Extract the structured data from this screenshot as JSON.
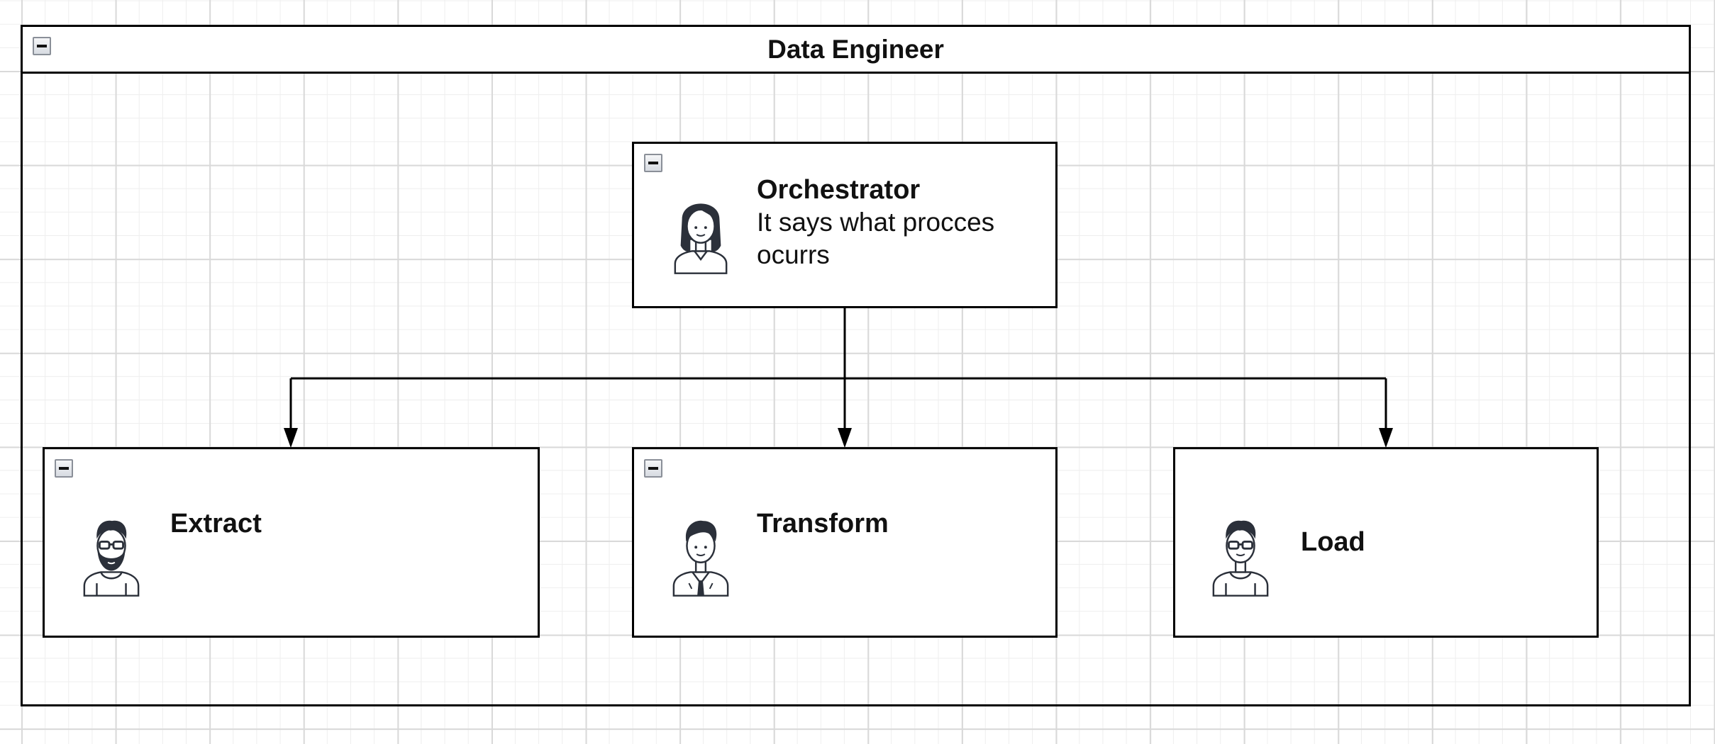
{
  "container": {
    "title": "Data Engineer",
    "collapse_icon": "minus-icon"
  },
  "nodes": {
    "orchestrator": {
      "title": "Orchestrator",
      "description": "It says what procces ocurrs",
      "avatar": "woman-avatar-icon"
    },
    "extract": {
      "title": "Extract",
      "avatar": "bearded-man-glasses-avatar-icon"
    },
    "transform": {
      "title": "Transform",
      "avatar": "man-tie-avatar-icon"
    },
    "load": {
      "title": "Load",
      "avatar": "man-glasses-avatar-icon"
    }
  },
  "edges": [
    {
      "from": "Orchestrator",
      "to": "Extract"
    },
    {
      "from": "Orchestrator",
      "to": "Transform"
    },
    {
      "from": "Orchestrator",
      "to": "Load"
    }
  ],
  "colors": {
    "line": "#000000",
    "avatar_dark": "#2b303a",
    "avatar_light": "#ffffff",
    "grid": "#d9d9d9"
  }
}
